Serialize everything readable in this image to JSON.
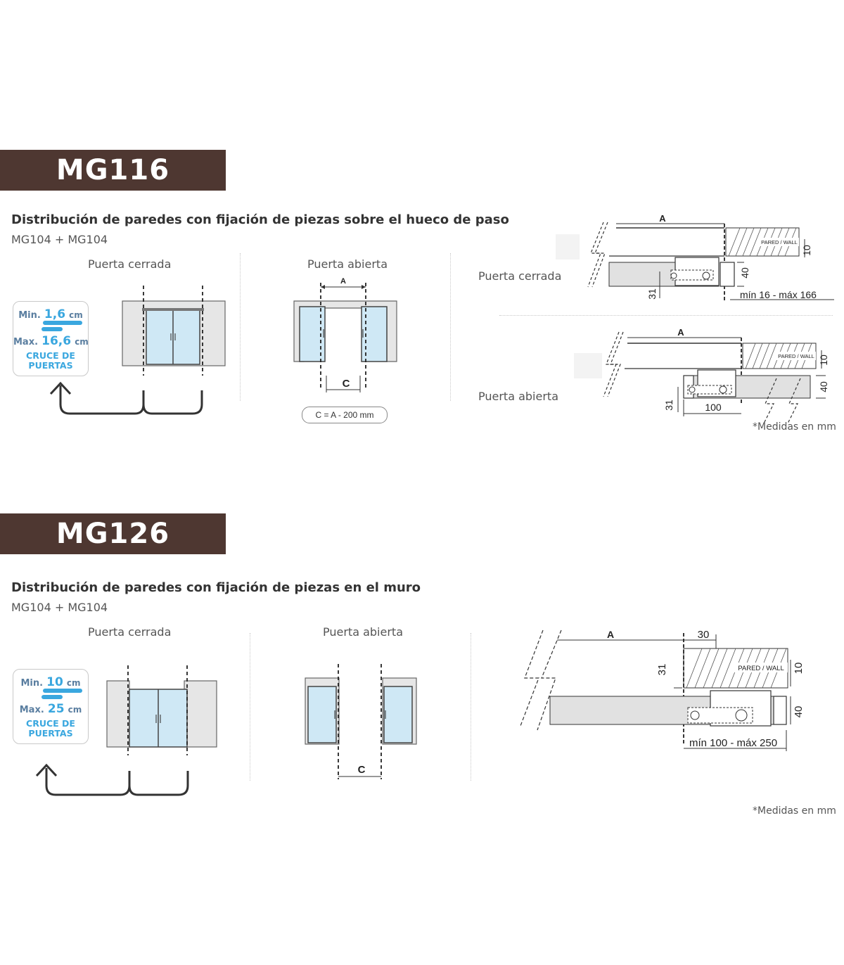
{
  "sections": [
    {
      "model": "MG116",
      "heading": "Distribución de paredes con fijación de piezas sobre el hueco de paso",
      "subheading": "MG104 + MG104",
      "closed_label": "Puerta cerrada",
      "open_label": "Puerta abierta",
      "card": {
        "min_key": "Min.",
        "min_value": "1,6",
        "min_unit": "cm",
        "max_key": "Max.",
        "max_value": "16,6",
        "max_unit": "cm",
        "cruce_line1": "CRUCE DE",
        "cruce_line2": "PUERTAS"
      },
      "open_dims": {
        "a": "A",
        "c": "C",
        "formula": "C = A - 200 mm"
      },
      "plan_closed": {
        "label": "Puerta cerrada",
        "a": "A",
        "wall": "PARED / WALL",
        "d10": "10",
        "d40": "40",
        "d31": "31",
        "range": "mín 16 -  máx 166"
      },
      "plan_open": {
        "label": "Puerta abierta",
        "a": "A",
        "wall": "PARED / WALL",
        "d10": "10",
        "d40": "40",
        "d31": "31",
        "d100": "100"
      },
      "note": "*Medidas en mm"
    },
    {
      "model": "MG126",
      "heading": "Distribución de paredes con fijación de piezas en el muro",
      "subheading": "MG104 + MG104",
      "closed_label": "Puerta cerrada",
      "open_label": "Puerta abierta",
      "card": {
        "min_key": "Min.",
        "min_value": "10",
        "min_unit": "cm",
        "max_key": "Max.",
        "max_value": "25",
        "max_unit": "cm",
        "cruce_line1": "CRUCE DE",
        "cruce_line2": "PUERTAS"
      },
      "open_dims": {
        "c": "C"
      },
      "plan": {
        "a": "A",
        "d30": "30",
        "d31": "31",
        "wall": "PARED / WALL",
        "d10": "10",
        "d40": "40",
        "range": "mín 100 -  máx 250"
      },
      "note": "*Medidas en mm"
    }
  ],
  "colors": {
    "banner": "#4e3731",
    "accent": "#3aa7df",
    "glass": "#cfe8f5"
  }
}
